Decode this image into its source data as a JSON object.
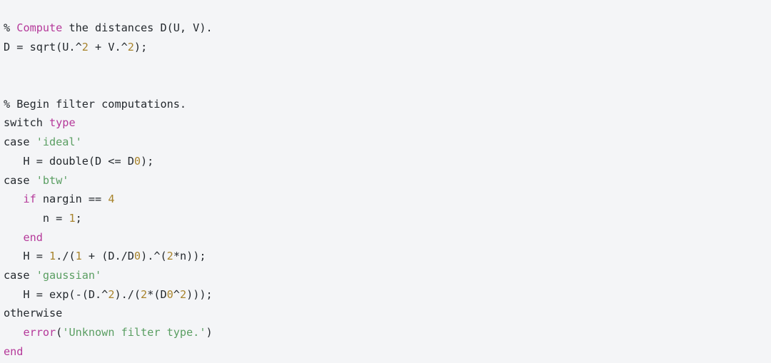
{
  "editor": {
    "language": "matlab",
    "background_color": "#f4f5f7",
    "default_text_color": "#24292e",
    "theme_colors": {
      "keyword": "#b5399a",
      "string": "#5a9e62",
      "number": "#a8832b",
      "comment": "#24292e",
      "function": "#b5399a",
      "plain": "#24292e"
    },
    "lines": [
      {
        "index": 1,
        "text": "% Compute the distances D(U, V).",
        "tokens": [
          {
            "t": "% ",
            "c": "comment"
          },
          {
            "t": "Compute",
            "c": "keyword"
          },
          {
            "t": " the distances D(U, V).",
            "c": "comment"
          }
        ]
      },
      {
        "index": 2,
        "text": "D = sqrt(U.^2 + V.^2);",
        "tokens": [
          {
            "t": "D = sqrt(U.^",
            "c": "plain"
          },
          {
            "t": "2",
            "c": "number"
          },
          {
            "t": " + V.^",
            "c": "plain"
          },
          {
            "t": "2",
            "c": "number"
          },
          {
            "t": ");",
            "c": "plain"
          }
        ]
      },
      {
        "index": 3,
        "text": "",
        "tokens": []
      },
      {
        "index": 4,
        "text": "",
        "tokens": []
      },
      {
        "index": 5,
        "text": "% Begin filter computations.",
        "tokens": [
          {
            "t": "% Begin filter computations.",
            "c": "comment"
          }
        ]
      },
      {
        "index": 6,
        "text": "switch type",
        "tokens": [
          {
            "t": "switch ",
            "c": "plain"
          },
          {
            "t": "type",
            "c": "keyword"
          }
        ]
      },
      {
        "index": 7,
        "text": "case 'ideal'",
        "tokens": [
          {
            "t": "case ",
            "c": "plain"
          },
          {
            "t": "'ideal'",
            "c": "string"
          }
        ]
      },
      {
        "index": 8,
        "text": "   H = double(D <= D0);",
        "tokens": [
          {
            "t": "   H = double(D <= D",
            "c": "plain"
          },
          {
            "t": "0",
            "c": "number"
          },
          {
            "t": ");",
            "c": "plain"
          }
        ]
      },
      {
        "index": 9,
        "text": "case 'btw'",
        "tokens": [
          {
            "t": "case ",
            "c": "plain"
          },
          {
            "t": "'btw'",
            "c": "string"
          }
        ]
      },
      {
        "index": 10,
        "text": "   if nargin == 4",
        "tokens": [
          {
            "t": "   ",
            "c": "plain"
          },
          {
            "t": "if",
            "c": "keyword"
          },
          {
            "t": " nargin == ",
            "c": "plain"
          },
          {
            "t": "4",
            "c": "number"
          }
        ]
      },
      {
        "index": 11,
        "text": "      n = 1;",
        "tokens": [
          {
            "t": "      n = ",
            "c": "plain"
          },
          {
            "t": "1",
            "c": "number"
          },
          {
            "t": ";",
            "c": "plain"
          }
        ]
      },
      {
        "index": 12,
        "text": "   end",
        "tokens": [
          {
            "t": "   ",
            "c": "plain"
          },
          {
            "t": "end",
            "c": "keyword"
          }
        ]
      },
      {
        "index": 13,
        "text": "   H = 1./(1 + (D./D0).^(2*n));",
        "tokens": [
          {
            "t": "   H = ",
            "c": "plain"
          },
          {
            "t": "1",
            "c": "number"
          },
          {
            "t": "./(",
            "c": "plain"
          },
          {
            "t": "1",
            "c": "number"
          },
          {
            "t": " + (D./D",
            "c": "plain"
          },
          {
            "t": "0",
            "c": "number"
          },
          {
            "t": ").^(",
            "c": "plain"
          },
          {
            "t": "2",
            "c": "number"
          },
          {
            "t": "*n));",
            "c": "plain"
          }
        ]
      },
      {
        "index": 14,
        "text": "case 'gaussian'",
        "tokens": [
          {
            "t": "case ",
            "c": "plain"
          },
          {
            "t": "'gaussian'",
            "c": "string"
          }
        ]
      },
      {
        "index": 15,
        "text": "   H = exp(-(D.^2)./(2*(D0^2)));",
        "tokens": [
          {
            "t": "   H = exp(-(D.^",
            "c": "plain"
          },
          {
            "t": "2",
            "c": "number"
          },
          {
            "t": ")./(",
            "c": "plain"
          },
          {
            "t": "2",
            "c": "number"
          },
          {
            "t": "*(D",
            "c": "plain"
          },
          {
            "t": "0",
            "c": "number"
          },
          {
            "t": "^",
            "c": "plain"
          },
          {
            "t": "2",
            "c": "number"
          },
          {
            "t": ")));",
            "c": "plain"
          }
        ]
      },
      {
        "index": 16,
        "text": "otherwise",
        "tokens": [
          {
            "t": "otherwise",
            "c": "plain"
          }
        ]
      },
      {
        "index": 17,
        "text": "   error('Unknown filter type.')",
        "tokens": [
          {
            "t": "   ",
            "c": "plain"
          },
          {
            "t": "error",
            "c": "function"
          },
          {
            "t": "(",
            "c": "plain"
          },
          {
            "t": "'Unknown filter type.'",
            "c": "string"
          },
          {
            "t": ")",
            "c": "plain"
          }
        ]
      },
      {
        "index": 18,
        "text": "end",
        "tokens": [
          {
            "t": "end",
            "c": "keyword"
          }
        ]
      }
    ]
  }
}
